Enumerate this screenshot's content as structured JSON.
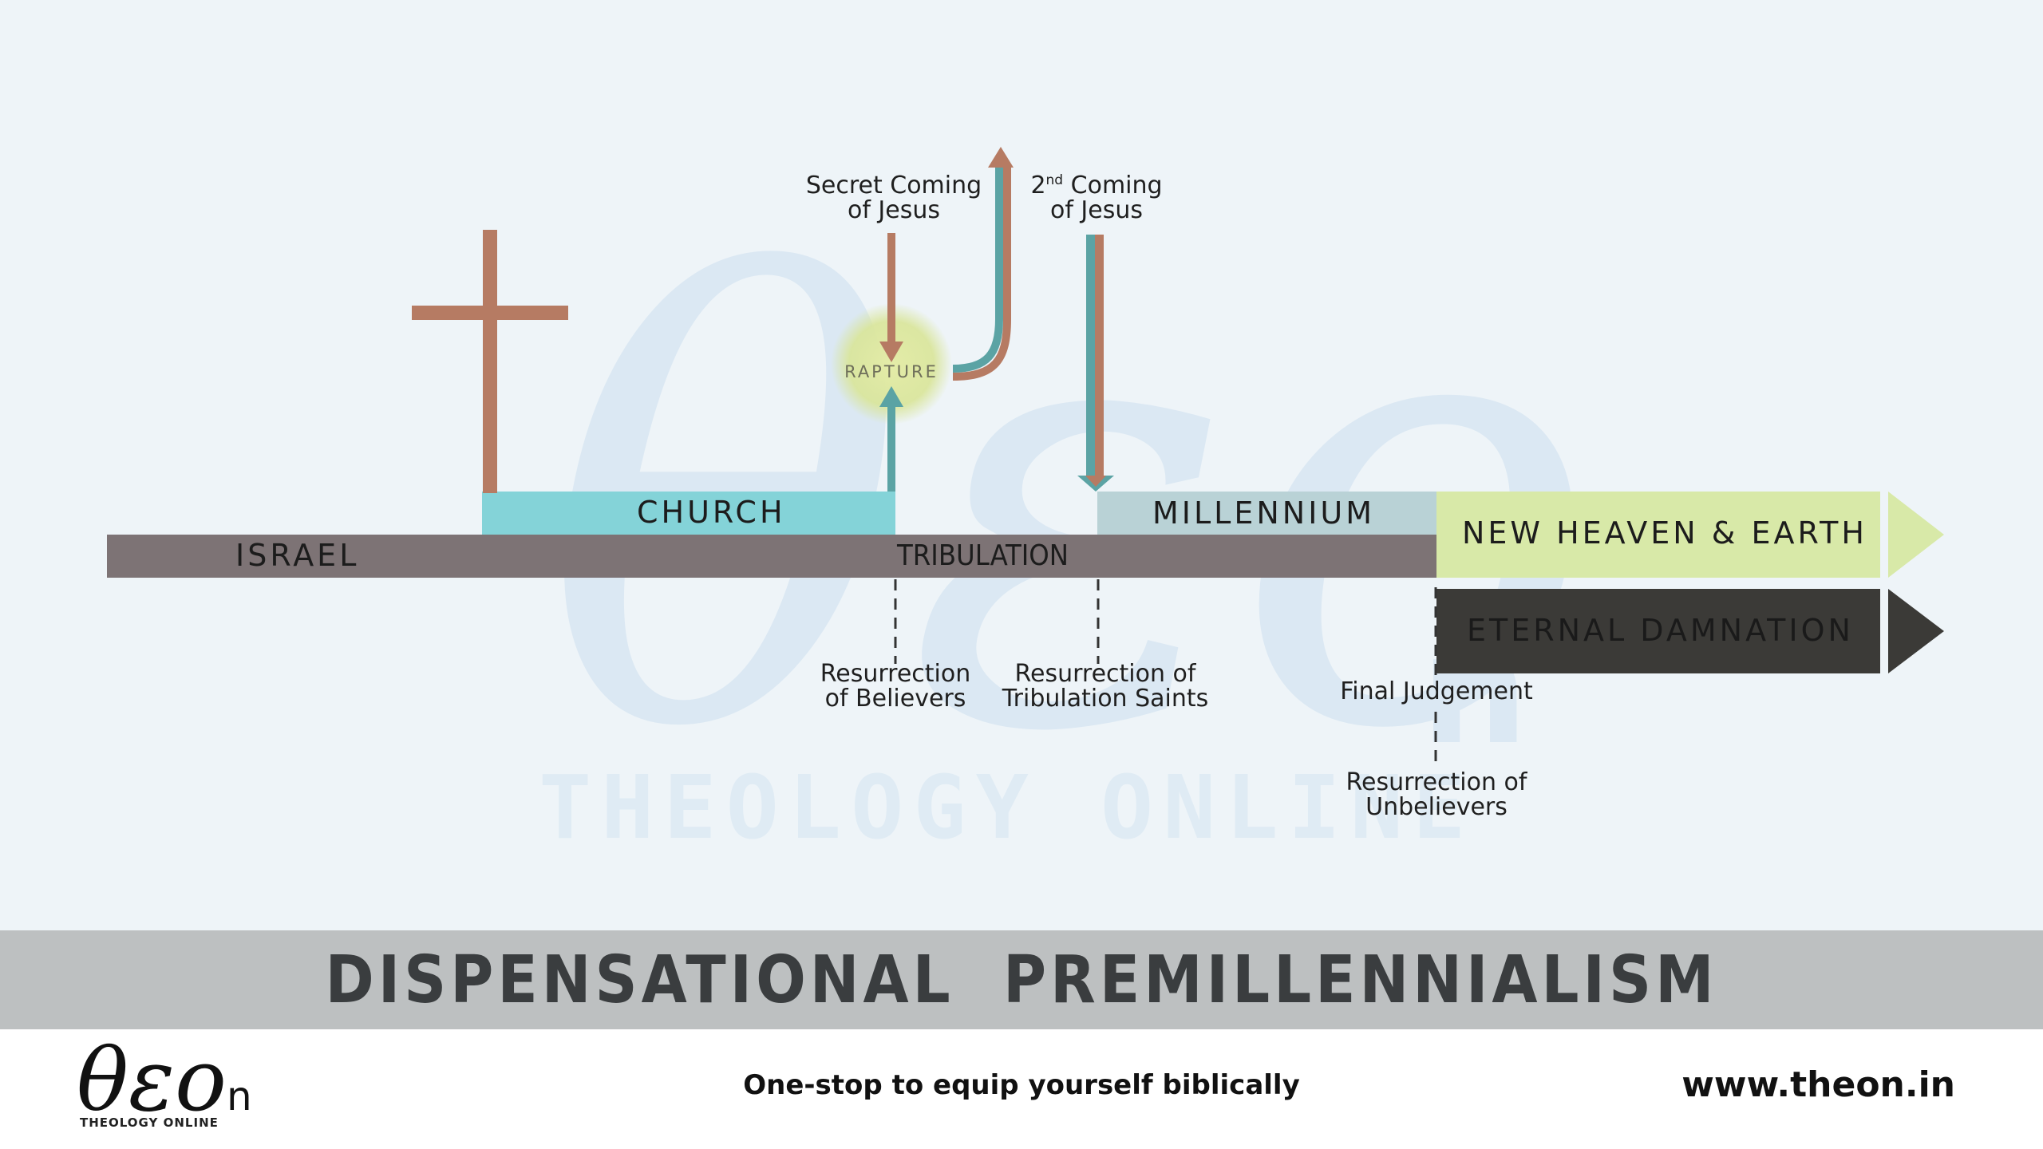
{
  "diagram": {
    "watermark": {
      "mark": "θεo",
      "suffix": "n",
      "text": "THEOLOGY ONLINE"
    },
    "bars": {
      "israel": "ISRAEL",
      "church": "CHURCH",
      "tribulation": "TRIBULATION",
      "millennium": "MILLENNIUM",
      "new_heaven": "NEW HEAVEN & EARTH",
      "eternal_damnation": "ETERNAL DAMNATION"
    },
    "rapture": "RAPTURE",
    "secret_coming": {
      "line1": "Secret Coming",
      "line2": "of  Jesus"
    },
    "second_coming": {
      "ordinal": "2",
      "sup": "nd",
      "line1_rest": " Coming",
      "line2": "of Jesus"
    },
    "resurrection_believers": {
      "line1": "Resurrection",
      "line2": "of Believers"
    },
    "resurrection_tribulation": {
      "line1": "Resurrection of",
      "line2": "Tribulation Saints"
    },
    "final_judgement": "Final Judgement",
    "resurrection_unbelievers": {
      "line1": "Resurrection of",
      "line2": "Unbelievers"
    },
    "colors": {
      "israel": "#7d7375",
      "church": "#84d3d8",
      "millennium": "#b9d2d6",
      "new_heaven": "#d8e9a8",
      "eternal_damnation": "#3b3a37",
      "cross": "#b67b63",
      "teal_arrow": "#5ba3a4",
      "rapture_glow": "#dfe9a4"
    }
  },
  "title": "DISPENSATIONAL  PREMILLENNIALISM",
  "footer": {
    "logo_mark": "θεo",
    "logo_suffix": "n",
    "logo_sub": "THEOLOGY ONLINE",
    "tagline": "One-stop to equip yourself biblically",
    "website": "www.theon.in"
  }
}
